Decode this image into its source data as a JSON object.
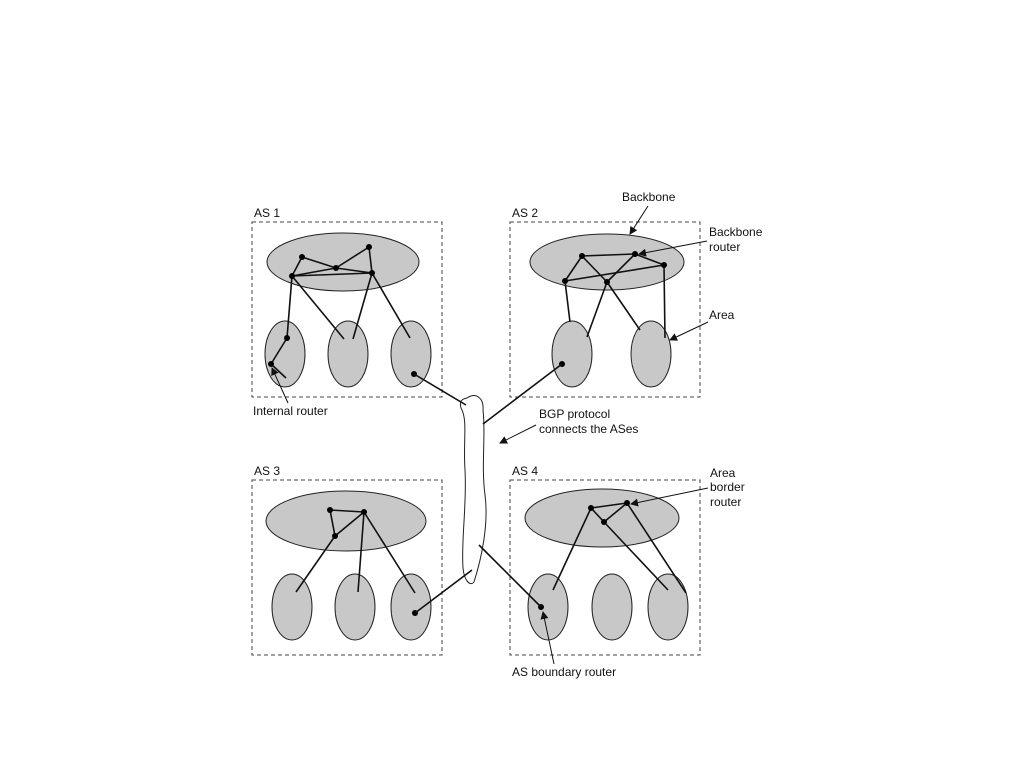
{
  "systems": {
    "as1": "AS 1",
    "as2": "AS 2",
    "as3": "AS 3",
    "as4": "AS 4"
  },
  "callouts": {
    "backbone": "Backbone",
    "backbone_router_1": "Backbone",
    "backbone_router_2": "router",
    "area": "Area",
    "internal_router": "Internal router",
    "bgp_1": "BGP protocol",
    "bgp_2": "connects the ASes",
    "area_border_1": "Area",
    "area_border_2": "border",
    "area_border_3": "router",
    "as_boundary_router": "AS boundary router"
  },
  "colors": {
    "area_fill": "#c8c8c8",
    "line": "#111111"
  }
}
